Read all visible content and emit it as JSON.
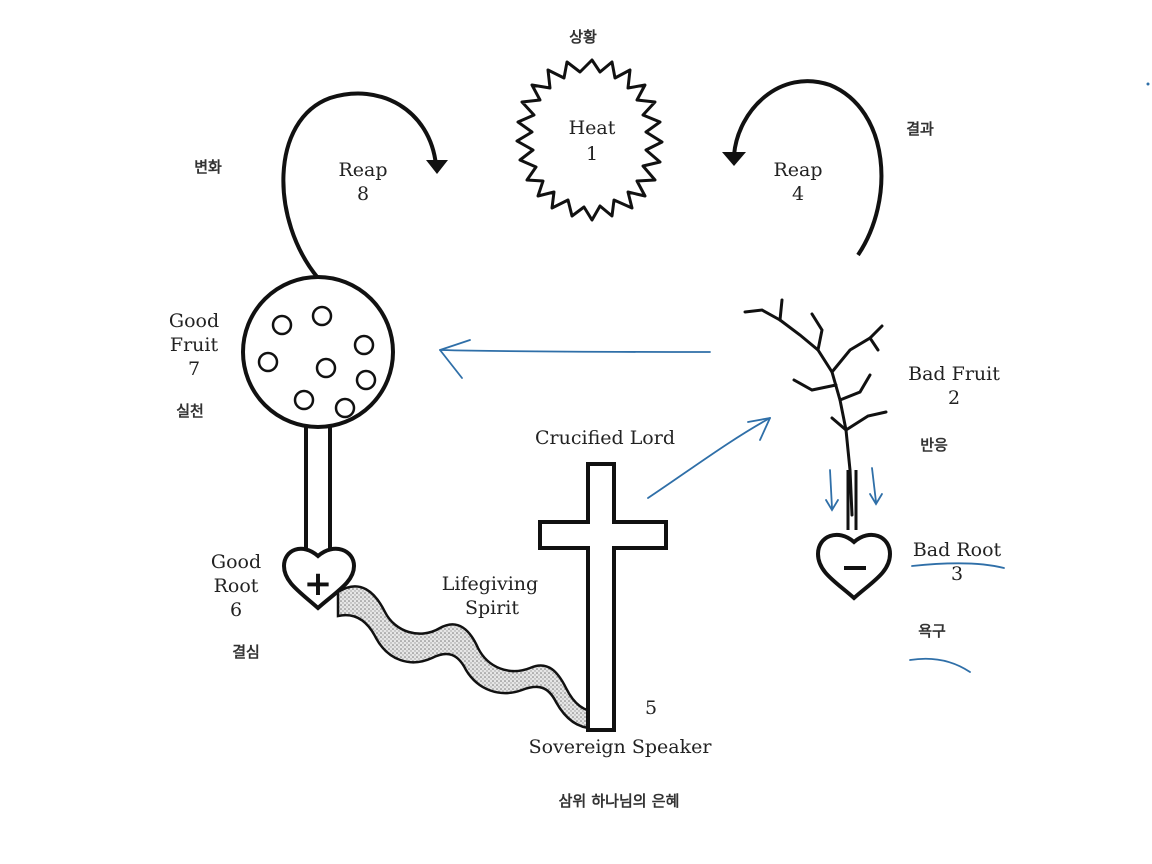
{
  "labels": {
    "situation_kr": "상황",
    "heat": "Heat",
    "heat_num": "1",
    "change_kr": "변화",
    "result_kr": "결과",
    "reap_left": "Reap",
    "reap_left_num": "8",
    "reap_right": "Reap",
    "reap_right_num": "4",
    "good_fruit_1": "Good",
    "good_fruit_2": "Fruit",
    "good_fruit_num": "7",
    "practice_kr": "실천",
    "bad_fruit": "Bad Fruit",
    "bad_fruit_num": "2",
    "reaction_kr": "반응",
    "crucified_lord": "Crucified Lord",
    "good_root_1": "Good",
    "good_root_2": "Root",
    "good_root_num": "6",
    "decision_kr": "결심",
    "lifegiving_1": "Lifegiving",
    "lifegiving_2": "Spirit",
    "bad_root": "Bad Root",
    "bad_root_num": "3",
    "desire_kr": "욕구",
    "cross_num": "5",
    "sovereign_speaker": "Sovereign Speaker",
    "grace_kr": "삼위 하나님의 은혜",
    "plus_sign": "+",
    "minus_sign": "−"
  },
  "colors": {
    "ink": "#111111",
    "annotation_blue": "#2f6fa8",
    "speckle": "#9a9a9a"
  }
}
